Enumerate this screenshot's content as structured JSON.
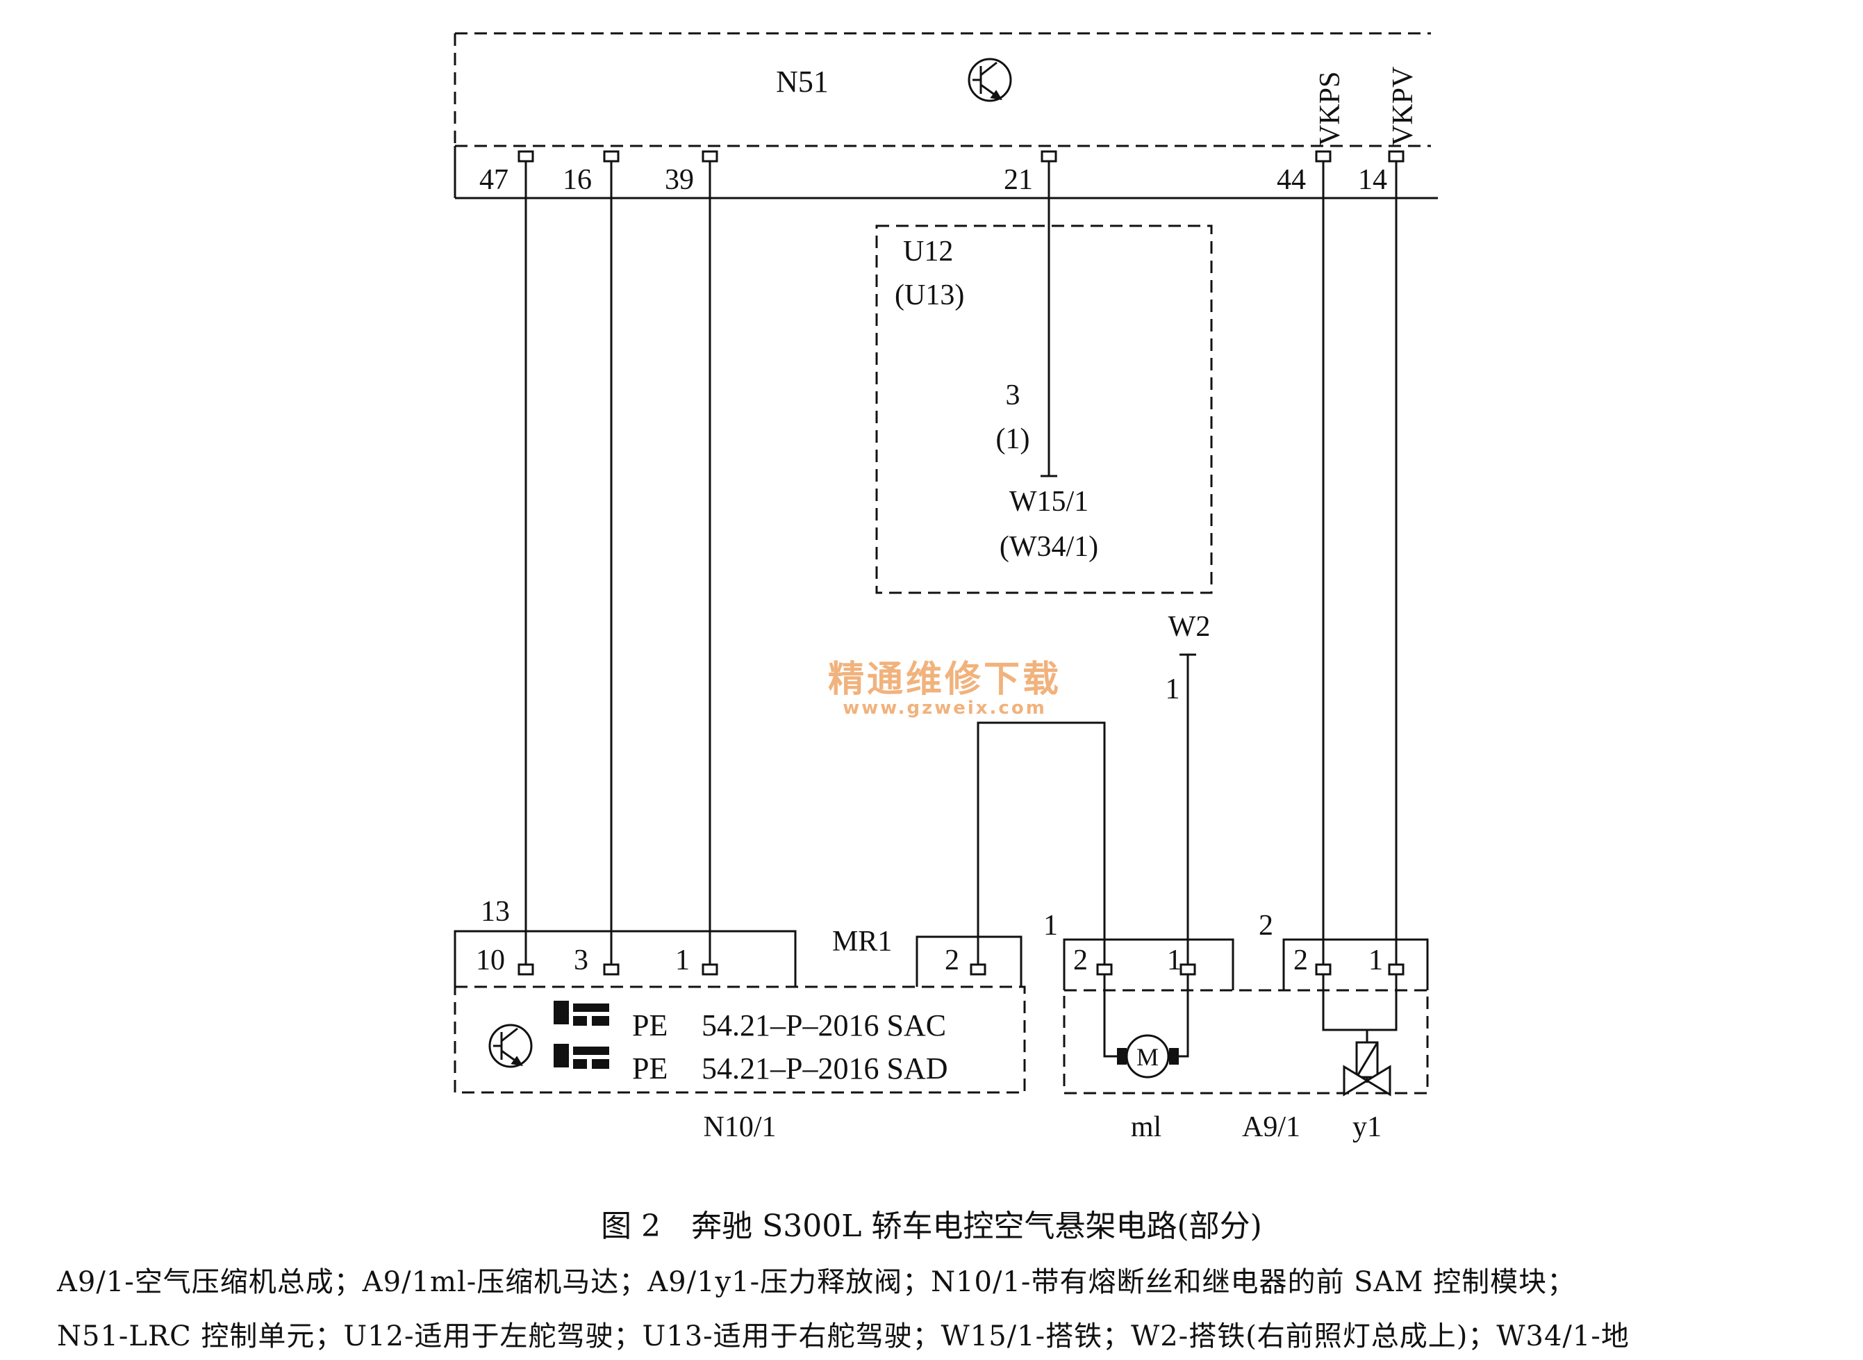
{
  "modules": {
    "n51": "N51",
    "u12": "U12",
    "u13": "(U13)",
    "n10_1": "N10/1",
    "mr1": "MR1",
    "a9_1": "A9/1",
    "ml": "ml",
    "y1": "y1"
  },
  "n51_signals": {
    "vkps": "VKPS",
    "vkpv": "VKPV"
  },
  "n51_pins": {
    "p47": "47",
    "p16": "16",
    "p39": "39",
    "p21": "21",
    "p44": "44",
    "p14": "14"
  },
  "ground": {
    "pin3": "3",
    "pin1_alt": "(1)",
    "w15_1": "W15/1",
    "w34_1": "(W34/1)",
    "w2": "W2",
    "w2_pin": "1"
  },
  "n10_1_connector": {
    "plug": "13",
    "pin10": "10",
    "pin3": "3",
    "pin1": "1",
    "mr1_pin2": "2"
  },
  "n10_1_fuses": [
    {
      "pe": "PE",
      "ref": "54.21–P–2016 SAC"
    },
    {
      "pe": "PE",
      "ref": "54.21–P–2016 SAD"
    }
  ],
  "a9_1_connectors": {
    "plug1": "1",
    "plug1_pin2": "2",
    "plug1_pin1": "1",
    "plug2": "2",
    "plug2_pin2": "2",
    "plug2_pin1": "1"
  },
  "motor_symbol": "M",
  "watermark": {
    "cn": "精通维修下载",
    "url": "www.gzweix.com",
    "color": "#f1b27c"
  },
  "caption": {
    "title": "图 2　奔驰 S300L 轿车电控空气悬架电路(部分)",
    "line1": "A9/1-空气压缩机总成；A9/1ml-压缩机马达；A9/1y1-压力释放阀；N10/1-带有熔断丝和继电器的前 SAM 控制模块；",
    "line2": "N51-LRC 控制单元；U12-适用于左舵驾驶；U13-适用于右舵驾驶；W15/1-搭铁；W2-搭铁(右前照灯总成上)；W34/1-地"
  }
}
